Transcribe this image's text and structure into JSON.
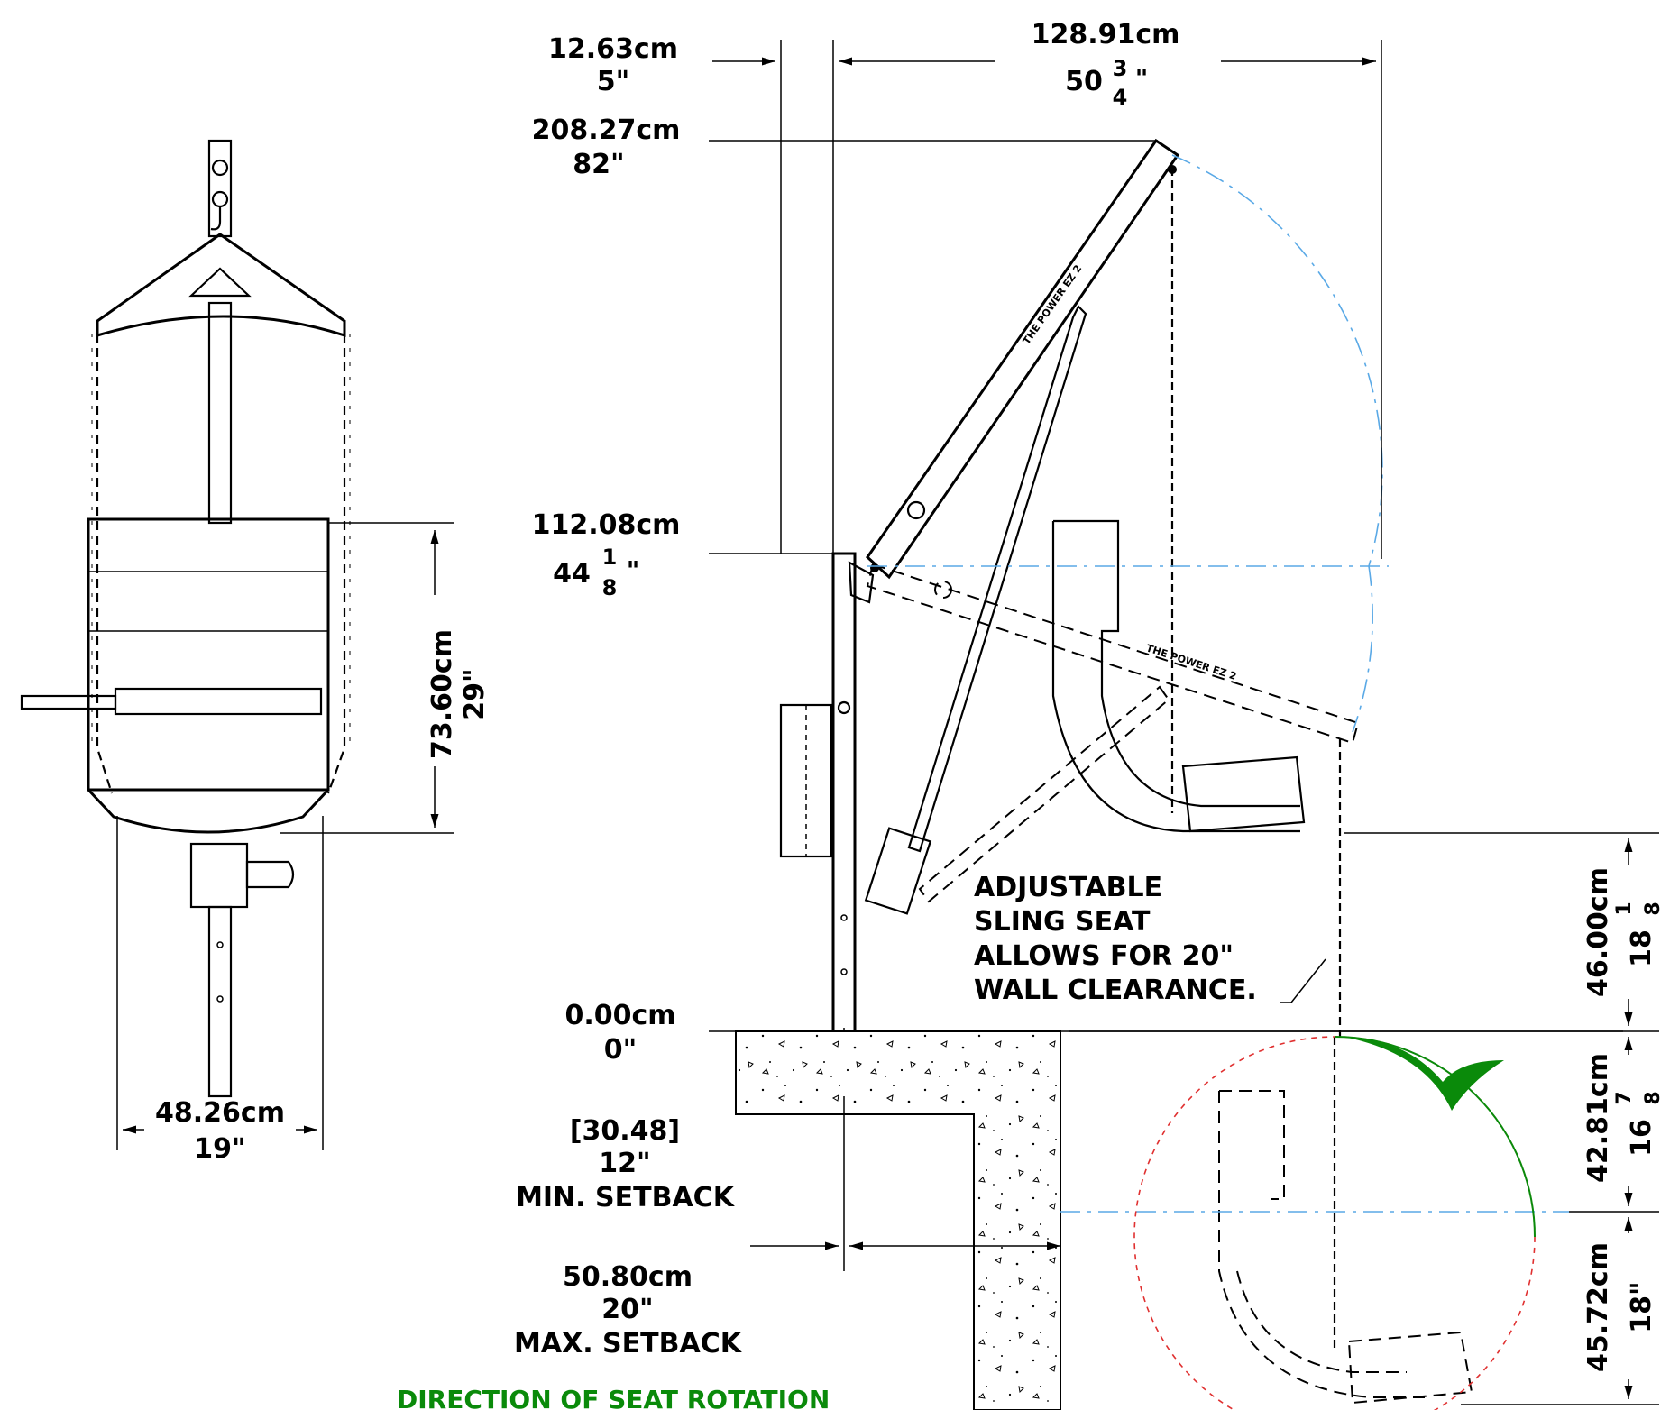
{
  "labels": {
    "offset_cm": "12.63cm",
    "offset_in": "5\"",
    "reach_cm": "128.91cm",
    "reach_in_whole": "50",
    "reach_in_num": "3",
    "reach_in_den": "4",
    "height_top_cm": "208.27cm",
    "height_top_in": "82\"",
    "pivot_cm": "112.08cm",
    "pivot_in_whole": "44",
    "pivot_in_num": "1",
    "pivot_in_den": "8",
    "seat_height_cm": "73.60cm",
    "seat_height_in": "29\"",
    "seat_width_cm": "48.26cm",
    "seat_width_in": "19\"",
    "floor_cm": "0.00cm",
    "floor_in": "0\"",
    "min_setback_cm": "[30.48]",
    "min_setback_in": "12\"",
    "min_setback_text": "MIN. SETBACK",
    "max_setback_cm": "50.80cm",
    "max_setback_in": "20\"",
    "max_setback_text": "MAX. SETBACK",
    "clear_above_cm": "46.00cm",
    "clear_above_in_whole": "18",
    "clear_above_in_num": "1",
    "clear_above_in_den": "8",
    "depth1_cm": "42.81cm",
    "depth1_in_whole": "16",
    "depth1_in_num": "7",
    "depth1_in_den": "8",
    "depth2_cm": "45.72cm",
    "depth2_in": "18\"",
    "note_line1": "ADJUSTABLE",
    "note_line2": "SLING SEAT",
    "note_line3": "ALLOWS FOR 20\"",
    "note_line4": "WALL CLEARANCE.",
    "rotation_caption": "DIRECTION OF SEAT ROTATION",
    "boom_text": "THE POWER EZ 2"
  },
  "colors": {
    "ink": "#000000",
    "arc_blue": "#5aa9e6",
    "arc_red": "#e03030",
    "rotation_green": "#0a8a0a"
  }
}
